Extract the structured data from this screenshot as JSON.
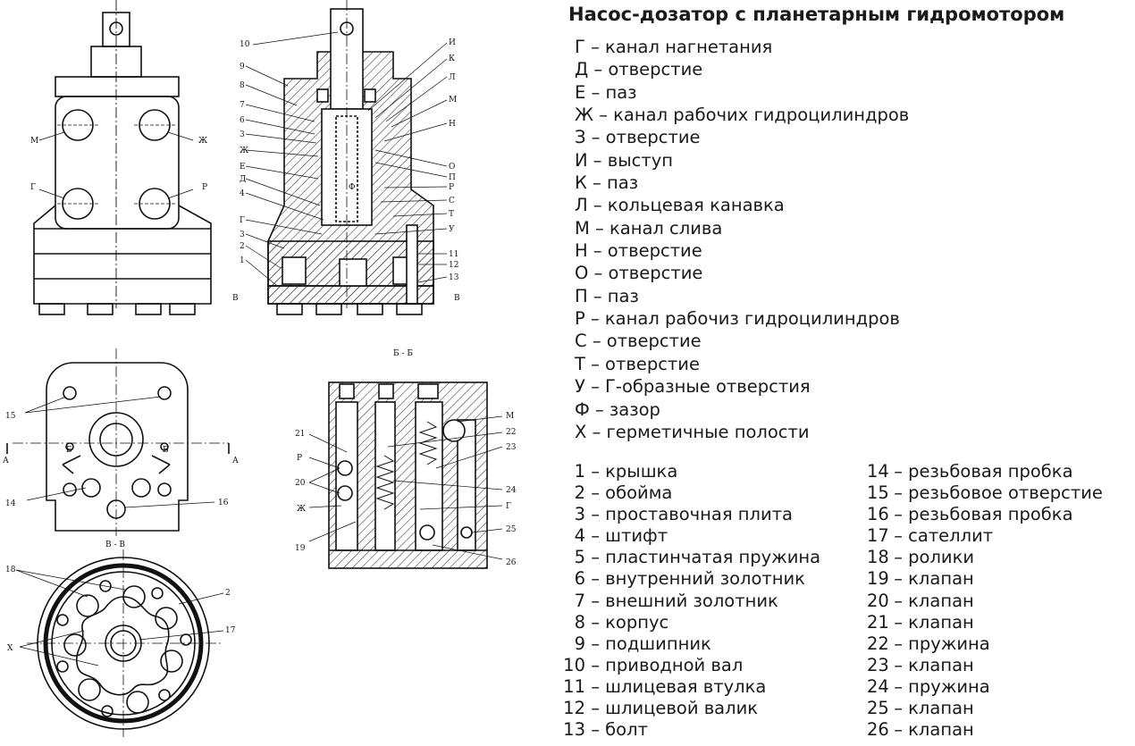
{
  "title": "Насос-дозатор с планетарным гидромотором",
  "letter_legend": [
    "Г – канал нагнетания",
    "Д – отверстие",
    "Е – паз",
    "Ж – канал рабочих гидроцилиндров",
    "З – отверстие",
    "И – выступ",
    "К – паз",
    "Л – кольцевая канавка",
    "М – канал слива",
    "Н – отверстие",
    "О – отверстие",
    "П – паз",
    "Р – канал рабочиз гидроцилиндров",
    "С – отверстие",
    "Т – отверстие",
    "У – Г-образные отверстия",
    "Ф – зазор",
    "Х – герметичные полости"
  ],
  "parts_left": [
    {
      "num": "1",
      "text": " – крышка"
    },
    {
      "num": "2",
      "text": " – обойма"
    },
    {
      "num": "3",
      "text": " – проставочная плита"
    },
    {
      "num": "4",
      "text": " – штифт"
    },
    {
      "num": "5",
      "text": " – пластинчатая пружина"
    },
    {
      "num": "6",
      "text": " – внутренний золотник"
    },
    {
      "num": "7",
      "text": " – внешний золотник"
    },
    {
      "num": "8",
      "text": " – корпус"
    },
    {
      "num": "9",
      "text": " – подшипник"
    },
    {
      "num": "10",
      "text": " – приводной вал"
    },
    {
      "num": "11",
      "text": " – шлицевая втулка"
    },
    {
      "num": "12",
      "text": " – шлицевой валик"
    },
    {
      "num": "13",
      "text": " – болт"
    }
  ],
  "parts_right": [
    {
      "num": "14",
      "text": " – резьбовая пробка"
    },
    {
      "num": "15",
      "text": " – резьбовое отверстие"
    },
    {
      "num": "16",
      "text": " – резьбовая пробка"
    },
    {
      "num": "17",
      "text": " – сателлит"
    },
    {
      "num": "18",
      "text": " – ролики"
    },
    {
      "num": "19",
      "text": " – клапан"
    },
    {
      "num": "20",
      "text": " – клапан"
    },
    {
      "num": "21",
      "text": " – клапан"
    },
    {
      "num": "22",
      "text": " – пружина"
    },
    {
      "num": "23",
      "text": " – клапан"
    },
    {
      "num": "24",
      "text": " – пружина"
    },
    {
      "num": "25",
      "text": " – клапан"
    },
    {
      "num": "26",
      "text": " – клапан"
    }
  ],
  "drawing": {
    "front_view_labels": [
      "М",
      "Ж",
      "Г",
      "Р"
    ],
    "section_left_labels": [
      "10",
      "9",
      "8",
      "7",
      "6",
      "3",
      "Ж",
      "Е",
      "Д",
      "4",
      "Г",
      "3",
      "2",
      "1",
      "В"
    ],
    "section_right_labels": [
      "И",
      "К",
      "Л",
      "М",
      "Н",
      "О",
      "П",
      "Р",
      "С",
      "Т",
      "У",
      "11",
      "12",
      "13",
      "В"
    ],
    "section_inner_label": "Ф",
    "plan_view_labels": [
      "15",
      "А",
      "А",
      "Б",
      "Б",
      "14",
      "16"
    ],
    "section_bb_title": "Б - Б",
    "section_bb_left_labels": [
      "21",
      "Р",
      "20",
      "Ж",
      "19"
    ],
    "section_bb_right_labels": [
      "М",
      "22",
      "23",
      "24",
      "Г",
      "25",
      "26"
    ],
    "section_vv_title": "В - В",
    "section_vv_labels": [
      "18",
      "2",
      "17",
      "Х"
    ]
  }
}
